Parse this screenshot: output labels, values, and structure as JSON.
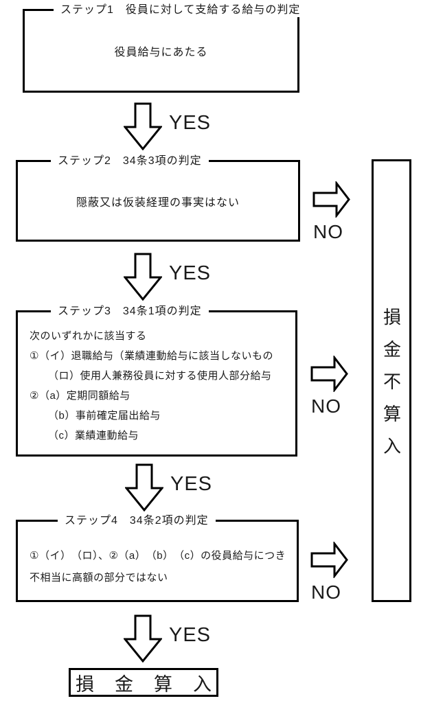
{
  "labels": {
    "yes": "YES",
    "no": "NO"
  },
  "steps": [
    {
      "title": "ステップ1　役員に対して支給する給与の判定",
      "body": "役員給与にあたる"
    },
    {
      "title": "ステップ2　34条3項の判定",
      "body": "隠蔽又は仮装経理の事実はない"
    },
    {
      "title": "ステップ3　34条1項の判定",
      "lines": [
        "次のいずれかに該当する",
        "①（イ）退職給与（業績連動給与に該当しないもの",
        "（ロ）使用人兼務役員に対する使用人部分給与",
        "②（a）定期同額給与",
        "（b）事前確定届出給与",
        "（c）業績連動給与"
      ]
    },
    {
      "title": "ステップ4　34条2項の判定",
      "lines": [
        "①（イ）　（ロ）、②（a）　（b）　（c）の役員給与につき",
        "不相当に高額の部分ではない"
      ]
    }
  ],
  "outcomes": {
    "not_deductible": "損金不算入",
    "deductible": "損金算入"
  },
  "colors": {
    "line": "#000000",
    "background": "#ffffff"
  }
}
